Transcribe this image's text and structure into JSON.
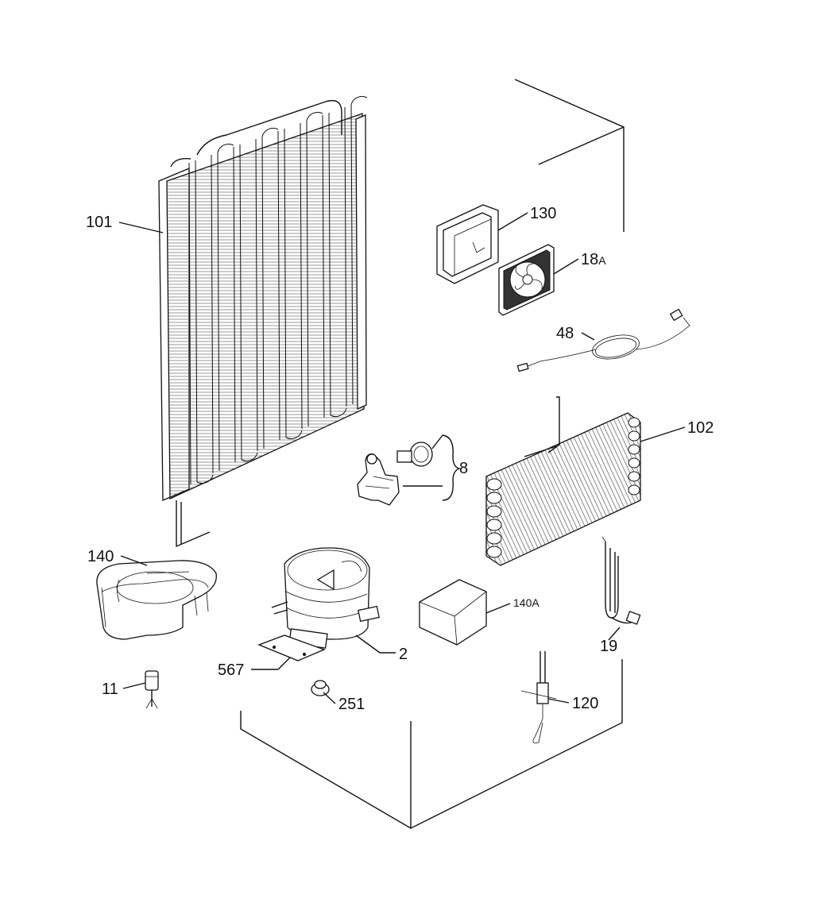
{
  "diagram": {
    "parts": [
      {
        "id": "condenser",
        "label": "101"
      },
      {
        "id": "fan-housing",
        "label": "130"
      },
      {
        "id": "fan",
        "label": "18",
        "suffix": "A"
      },
      {
        "id": "sensor-cable",
        "label": "48"
      },
      {
        "id": "evaporator",
        "label": "102"
      },
      {
        "id": "relay-group",
        "label": "8"
      },
      {
        "id": "drip-tray",
        "label": "140"
      },
      {
        "id": "compressor",
        "label": "2"
      },
      {
        "id": "insulation-block",
        "label": "140",
        "suffix": "A"
      },
      {
        "id": "heater",
        "label": "19"
      },
      {
        "id": "mount-plate",
        "label": "567"
      },
      {
        "id": "valve",
        "label": "11"
      },
      {
        "id": "grommet",
        "label": "251"
      },
      {
        "id": "thermal-fuse",
        "label": "120"
      }
    ]
  }
}
